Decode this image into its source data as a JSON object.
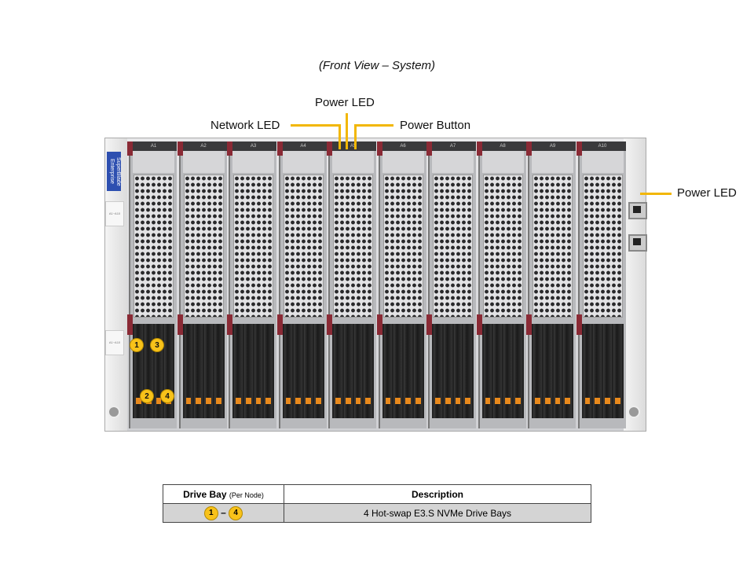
{
  "title": "(Front View – System)",
  "callouts": {
    "power_led_top": "Power LED",
    "network_led": "Network LED",
    "power_button": "Power Button",
    "power_led_right": "Power LED"
  },
  "chassis": {
    "brand_label": "SuperBlade Enterprise",
    "side_tag": "A1~A10",
    "blades": [
      "A1",
      "A2",
      "A3",
      "A4",
      "A5",
      "A6",
      "A7",
      "A8",
      "A9",
      "A10"
    ]
  },
  "badges": [
    "1",
    "2",
    "3",
    "4"
  ],
  "table": {
    "headers": {
      "drive_bay": "Drive Bay",
      "per_node": "(Per Node)",
      "description": "Description"
    },
    "rows": [
      {
        "from": "1",
        "dash": "–",
        "to": "4",
        "description": "4 Hot-swap E3.S NVMe Drive Bays"
      }
    ]
  },
  "colors": {
    "callout": "#f2b705",
    "badge": "#f8c21a",
    "latch": "#8a2a35",
    "drive_tab": "#e8891c"
  }
}
